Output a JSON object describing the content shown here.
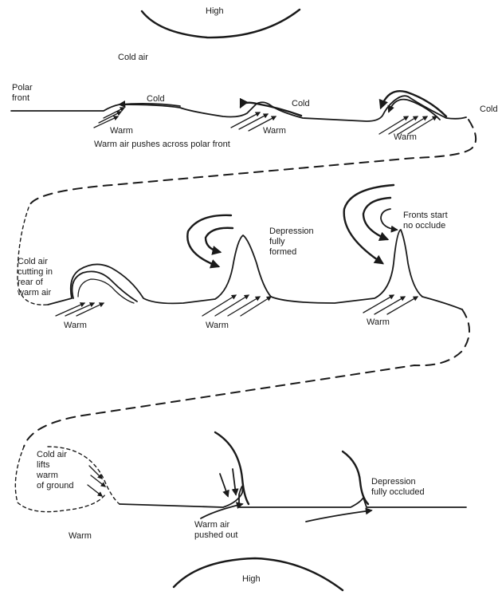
{
  "labels": {
    "high_top": "High",
    "cold_air": "Cold air",
    "polar_front": "Polar\nfront",
    "row1_cold_1": "Cold",
    "row1_cold_2": "Cold",
    "row1_cold_3": "Cold",
    "row1_warm_1": "Warm",
    "row1_warm_2": "Warm",
    "row1_warm_3": "Warm",
    "row1_caption": "Warm air pushes across polar front",
    "row2_cold_cutting": "Cold air\ncutting in\nrear of\nwarm air",
    "row2_depression": "Depression\nfully\nformed",
    "row2_fronts": "Fronts start\nno occlude",
    "row2_warm_1": "Warm",
    "row2_warm_2": "Warm",
    "row2_warm_3": "Warm",
    "row3_cold_lifts": "Cold air\nlifts\nwarm\nof ground",
    "row3_warm": "Warm",
    "row3_warm_pushed": "Warm air\npushed out",
    "row3_depression": "Depression\nfully occluded",
    "high_bottom": "High"
  }
}
